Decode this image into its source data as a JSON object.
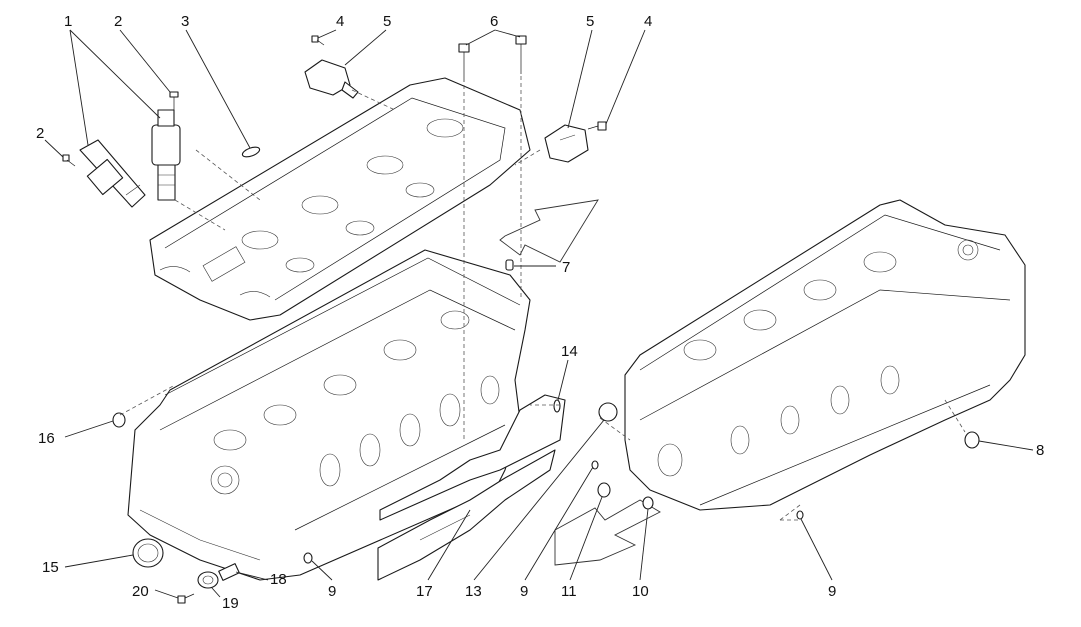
{
  "labels": [
    {
      "id": "1",
      "text": "1"
    },
    {
      "id": "2a",
      "text": "2"
    },
    {
      "id": "2b",
      "text": "2"
    },
    {
      "id": "3",
      "text": "3"
    },
    {
      "id": "4a",
      "text": "4"
    },
    {
      "id": "4b",
      "text": "4"
    },
    {
      "id": "5a",
      "text": "5"
    },
    {
      "id": "5b",
      "text": "5"
    },
    {
      "id": "6",
      "text": "6"
    },
    {
      "id": "7",
      "text": "7"
    },
    {
      "id": "8",
      "text": "8"
    },
    {
      "id": "9a",
      "text": "9"
    },
    {
      "id": "9b",
      "text": "9"
    },
    {
      "id": "9c",
      "text": "9"
    },
    {
      "id": "10",
      "text": "10"
    },
    {
      "id": "11",
      "text": "11"
    },
    {
      "id": "13",
      "text": "13"
    },
    {
      "id": "14",
      "text": "14"
    },
    {
      "id": "15",
      "text": "15"
    },
    {
      "id": "16",
      "text": "16"
    },
    {
      "id": "17",
      "text": "17"
    },
    {
      "id": "18",
      "text": "18"
    },
    {
      "id": "19",
      "text": "19"
    },
    {
      "id": "20",
      "text": "20"
    }
  ]
}
